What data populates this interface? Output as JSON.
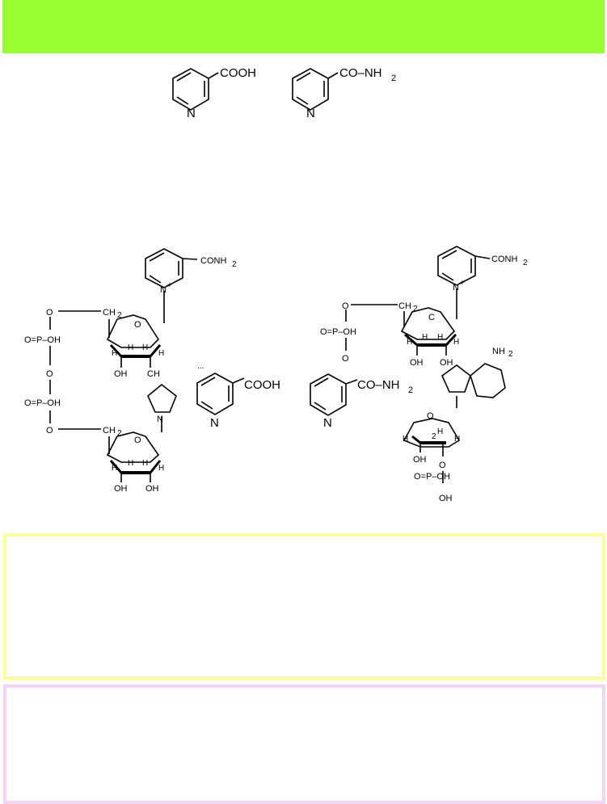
{
  "header": {
    "color": "#99ff33"
  },
  "top": {
    "nicotinic_acid": {
      "group": "COOH",
      "ring_atom": "N"
    },
    "nicotinamide": {
      "group": "CO–NH",
      "sub": "2",
      "ring_atom": "N"
    }
  },
  "nad": {
    "amide": "CONH",
    "amide_sub": "2",
    "ring_n": "N",
    "ring_n_sup": "+",
    "ch2_top": "CH",
    "ch2_top_sub": "2",
    "ch2_bottom": "CH",
    "ch2_bottom_sub": "2",
    "o1": "O",
    "o2": "O",
    "o3": "O",
    "p1": "O=P–OH",
    "p2": "O=P–OH",
    "ring_o_top": "O",
    "ring_o_bottom": "O",
    "h": "H",
    "oh": "OH",
    "ch": "CH",
    "adenine_n": "N"
  },
  "mid": {
    "dots": "...",
    "nicotinic_acid": {
      "group": "COOH",
      "ring_atom": "N"
    },
    "nicotinamide": {
      "group": "CO–NH",
      "sub": "2",
      "ring_atom": "N"
    }
  },
  "nadp": {
    "amide": "CONH",
    "amide_sub": "2",
    "ring_n": "N",
    "ring_n_sup": "+",
    "ch2": "CH",
    "ch2_sub": "2",
    "phos_top": "O=P–OH",
    "o_top": "O",
    "o_bottom": "O",
    "ring_o": "C",
    "nh2": "NH",
    "nh2_sub": "2",
    "ring_o2": "O",
    "h": "H",
    "oh": "OH",
    "two": "2",
    "phos_bottom": "O=P–OH",
    "oh_bottom": "OH"
  },
  "boxes": {
    "yellow_border": "#ffff99",
    "pink_border": "#f6d2f6"
  }
}
